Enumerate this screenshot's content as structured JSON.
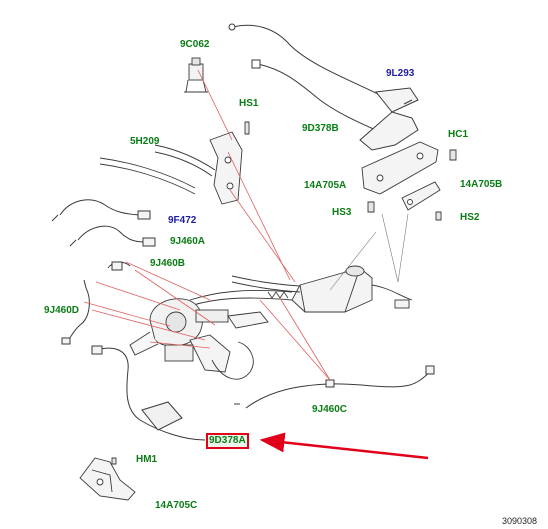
{
  "diagram": {
    "labels": {
      "c062": "9C062",
      "l293": "9L293",
      "hs1": "HS1",
      "d378b": "9D378B",
      "h209": "5H209",
      "hc1": "HC1",
      "a705a": "14A705A",
      "a705b": "14A705B",
      "hs3": "HS3",
      "hs2": "HS2",
      "f472": "9F472",
      "j460a": "9J460A",
      "j460b": "9J460B",
      "j460d": "9J460D",
      "j460c": "9J460C",
      "d378a": "9D378A",
      "hm1": "HM1",
      "a705c": "14A705C",
      "ref": "3090308"
    },
    "colors": {
      "label_green": "#0a7d14",
      "label_blue": "#1e1ea8",
      "leader_red": "#e06060",
      "highlight_red": "#e0001a",
      "line_art": "#3a3a3a"
    }
  }
}
